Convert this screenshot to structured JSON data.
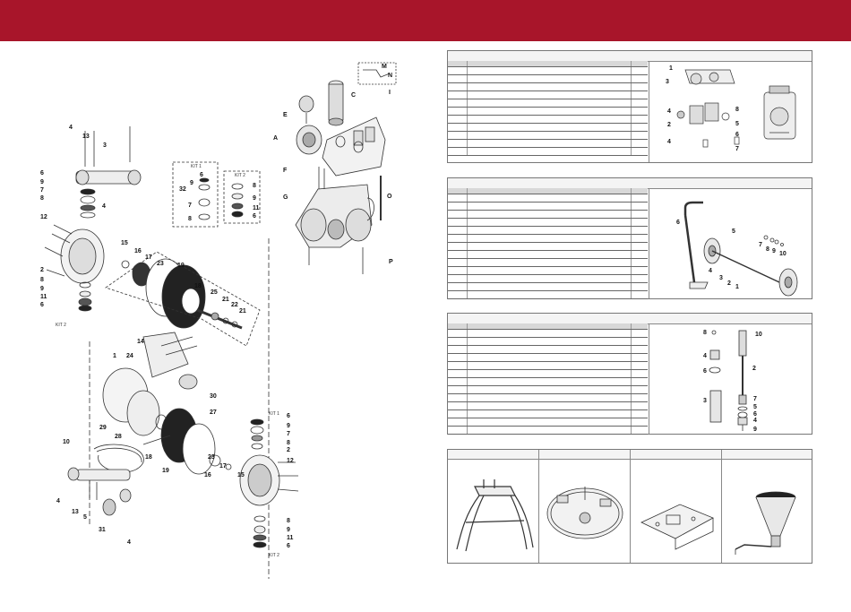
{
  "header": {
    "color": "#a8152a"
  },
  "main_drawing": {
    "pump_labels": [
      "4",
      "13",
      "3",
      "6",
      "9",
      "7",
      "8",
      "4",
      "12",
      "15",
      "16",
      "17",
      "23",
      "19",
      "2",
      "8",
      "9",
      "11",
      "6",
      "18",
      "25",
      "21",
      "22",
      "21",
      "14",
      "1",
      "24",
      "30",
      "27",
      "29",
      "28",
      "18",
      "10",
      "19",
      "23",
      "17",
      "16",
      "15",
      "4",
      "13",
      "5",
      "31",
      "4",
      "6",
      "9",
      "7",
      "8",
      "2",
      "12",
      "8",
      "9",
      "11",
      "6"
    ],
    "kit1": {
      "title": "ЖЁ1",
      "labels": [
        "6",
        "9",
        "32",
        "7",
        "8"
      ]
    },
    "kit2": {
      "title": "ЖЁ2",
      "labels": [
        "8",
        "9",
        "11",
        "6"
      ]
    },
    "accessory_labels": [
      "C",
      "I",
      "M",
      "N",
      "E",
      "A",
      "F",
      "G",
      "O",
      "P"
    ]
  },
  "panels": [
    {
      "id": "filter-regulator",
      "rows": 12,
      "callouts": [
        "1",
        "3",
        "4",
        "2",
        "4",
        "8",
        "5",
        "6",
        "7"
      ]
    },
    {
      "id": "cart",
      "rows": 13,
      "callouts": [
        "6",
        "5",
        "7",
        "8",
        "9",
        "10",
        "4",
        "3",
        "2",
        "1"
      ]
    },
    {
      "id": "suction-wand",
      "rows": 13,
      "callouts": [
        "8",
        "10",
        "4",
        "6",
        "2",
        "3",
        "7",
        "5",
        "6",
        "4",
        "9"
      ]
    }
  ],
  "accessories": [
    {
      "id": "stand"
    },
    {
      "id": "drum-cover"
    },
    {
      "id": "wall-bracket"
    },
    {
      "id": "hopper"
    }
  ]
}
